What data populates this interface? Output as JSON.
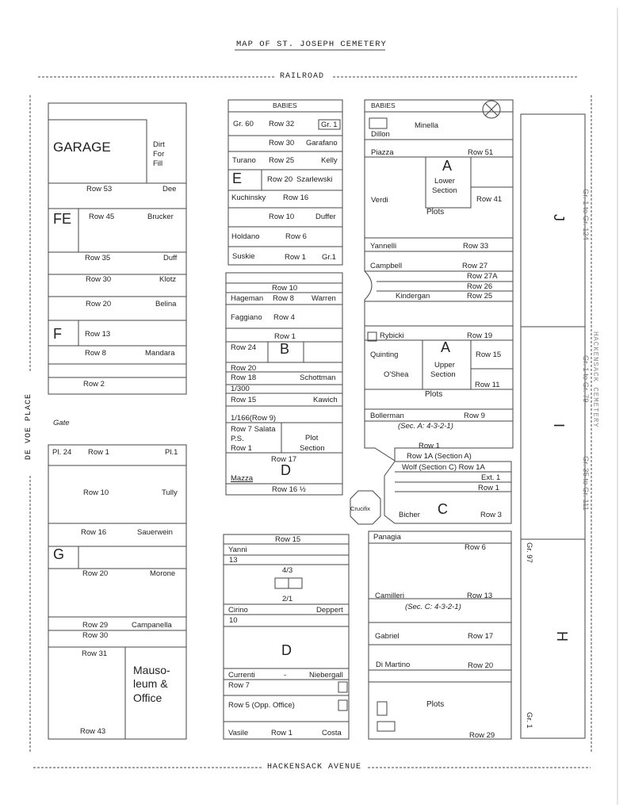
{
  "title": "MAP OF ST. JOSEPH CEMETERY",
  "roads": {
    "top": "RAILROAD",
    "bottom": "HACKENSACK AVENUE",
    "left": "DE VOE PLACE",
    "right": "HACKENSACK CEMETERY"
  },
  "left_block": {
    "garage": "GARAGE",
    "dirt": [
      "Dirt",
      "For",
      "Fill"
    ],
    "row53": "Row 53",
    "dee": "Dee",
    "fe": "FE",
    "row45": "Row 45",
    "brucker": "Brucker",
    "row35": "Row 35",
    "duff": "Duff",
    "row30": "Row 30",
    "klotz": "Klotz",
    "row20": "Row 20",
    "belina": "Belina",
    "f": "F",
    "row13": "Row 13",
    "row8": "Row  8",
    "mandara": "Mandara",
    "row2": "Row 2",
    "gate": "Gate"
  },
  "left_lower": {
    "pl24": "Pl. 24",
    "row1": "Row 1",
    "pl1": "Pl.1",
    "row10": "Row 10",
    "tully": "Tully",
    "row16": "Row 16",
    "sauerwein": "Sauerwein",
    "g": "G",
    "row20": "Row 20",
    "morone": "Morone",
    "row29": "Row 29",
    "campanella": "Campanella",
    "row30": "Row 30",
    "row31": "Row 31",
    "mausoleum": [
      "Mauso-",
      "leum &",
      "Office"
    ],
    "row43": "Row 43"
  },
  "mid_upper": {
    "babies": "BABIES",
    "gr60": "Gr. 60",
    "row32": "Row 32",
    "gr1a": "Gr. 1",
    "row30": "Row 30",
    "garafano": "Garafano",
    "turano": "Turano",
    "row25": "Row 25",
    "kelly": "Kelly",
    "e": "E",
    "row20": "Row 20",
    "szarlewski": "Szarlewski",
    "kuchinsky": "Kuchinsky",
    "row16": "Row 16",
    "row10": "Row 10",
    "duffer": "Duffer",
    "holdano": "Holdano",
    "row6": "Row 6",
    "suskie": "Suskie",
    "row1": "Row 1",
    "gr1b": "Gr.1"
  },
  "mid_b": {
    "row10": "Row 10",
    "hageman": "Hageman",
    "row8": "Row 8",
    "warren": "Warren",
    "faggiano": "Faggiano",
    "row4": "Row 4",
    "row1": "Row 1",
    "row24": "Row 24",
    "b": "B",
    "row20": "Row 20",
    "row18": "Row 18",
    "schottman": "Schottman",
    "r1300": "1/300",
    "row15": "Row 15",
    "kawich": "Kawich",
    "r1166": "1/166(Row 9)",
    "row7": "Row 7 Salata",
    "ps": "P.S.",
    "row1b": "Row 1",
    "plot": "Plot",
    "section": "Section",
    "row17": "Row 17",
    "mazza": "Mazza",
    "d": "D",
    "row16h": "Row 16 ½"
  },
  "mid_lower": {
    "row15": "Row 15",
    "yanni": "Yanni",
    "n13": "13",
    "n43": "4/3",
    "n21": "2/1",
    "cirino": "Cirino",
    "deppert": "Deppert",
    "n10": "10",
    "d": "D",
    "currenti": "Currenti",
    "dash": "-",
    "niebergall": "Niebergall",
    "row7": "Row 7",
    "row5": "Row 5 (Opp. Office)",
    "vasile": "Vasile",
    "row1": "Row 1",
    "costa": "Costa"
  },
  "crucifix": "Crucifix",
  "right_a": {
    "babies": "BABIES",
    "minella": "Minella",
    "dillon": "Dillon",
    "piazza": "Piazza",
    "row51": "Row 51",
    "a": "A",
    "lower": [
      "Lower",
      "Section"
    ],
    "verdi": "Verdi",
    "row41": "Row 41",
    "plots": "Plots",
    "yannelli": "Yannelli",
    "row33": "Row 33",
    "campbell": "Campbell",
    "row27": "Row 27",
    "row27a": "Row 27A",
    "row26": "Row 26",
    "kindergan": "Kindergan",
    "row25": "Row 25",
    "rybicki": "Rybicki",
    "row19": "Row 19",
    "quinting": "Quinting",
    "a2": "A",
    "upper": [
      "Upper",
      "Section"
    ],
    "row15": "Row 15",
    "oshea": "O'Shea",
    "row11": "Row 11",
    "plots2": "Plots",
    "bollerman": "Bollerman",
    "row9": "Row 9",
    "seca": "(Sec. A: 4-3-2-1)",
    "row1": "Row 1"
  },
  "right_c": {
    "row1a": "Row 1A  (Section A)",
    "wolf": "Wolf  (Section C)  Row  1A",
    "ext1": "Ext.  1",
    "row1": "Row 1",
    "bicher": "Bicher",
    "c": "C",
    "row3": "Row 3",
    "panagia": "Panagia",
    "row6": "Row 6",
    "camilleri": "Camilleri",
    "row13": "Row 13",
    "secc": "(Sec. C: 4-3-2-1)",
    "gabriel": "Gabriel",
    "row17": "Row 17",
    "dimartino": "Di Martino",
    "row20": "Row 20",
    "plots": "Plots",
    "row29": "Row 29"
  },
  "far_right": {
    "j": "J",
    "gr1to124": "Gr. 1 to Gr. 124",
    "i": "I",
    "gr1to79": "Gr. 1 to Gr. 79",
    "gr35to111": "Gr. 35 to Gr. 111",
    "h": "H",
    "gr97": "Gr. 97",
    "gr1": "Gr. 1"
  }
}
